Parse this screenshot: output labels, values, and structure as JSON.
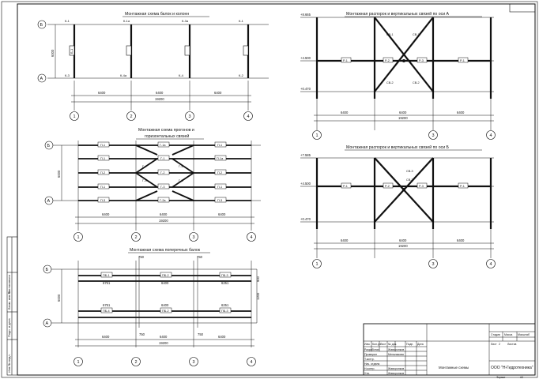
{
  "titles": {
    "beams_columns": "Монтажная схема балок и колонн",
    "purlins_line1": "Монтажная схема прогонов и",
    "purlins_line2": "горизонтальных связей",
    "cross_beams": "Монтажная схема поперечных балок",
    "axis_a": "Монтажная распорок и вертикальных связей по оси А",
    "axis_b": "Монтажная распорок и вертикальных связей по оси Б"
  },
  "axes": {
    "numbers": [
      "1",
      "2",
      "3",
      "4"
    ],
    "letters": [
      "Б",
      "А"
    ]
  },
  "dims": {
    "span": "6400",
    "total": "19200",
    "width": "6000",
    "cb_left": "6751",
    "cb_right": "6251",
    "off_750": "750",
    "off_1200": "1200",
    "off_900": "900"
  },
  "marks": {
    "k1": "К-1",
    "k2": "К-2",
    "k3": "К-3",
    "k1a": "К-1а",
    "k3a": "К-3а",
    "k4": "К-4",
    "k4a": "К-4а",
    "k2a": "К-2а",
    "b1": "Б-1",
    "b1v": "Б-1",
    "p1": "П-1",
    "p2": "П-2",
    "p3": "П-3",
    "p1a": "П-1а",
    "g1": "Г-1",
    "g1a": "Г-1а",
    "g2": "Г-2",
    "g2a": "Г-2а",
    "g3": "Г-3",
    "g4": "Г-4",
    "pb1": "ПБ-1",
    "pb2": "ПБ-2",
    "pb3": "ПБ-3",
    "pb4": "ПБ-4",
    "r1": "Р-1",
    "r2": "Р-2",
    "r3": "Р-3",
    "sv1": "СВ-1",
    "sv2": "СВ-2",
    "sv3": "СВ-3"
  },
  "levels": {
    "top_a": "+8.665",
    "mid": "+4.500",
    "base": "+0.470",
    "top_b": "+7.585"
  },
  "stamp": {
    "h_izm": "Изм.",
    "h_kol": "Кол.уч",
    "h_list": "Лист",
    "h_ndok": "№ док.",
    "h_podp": "Подп.",
    "h_data": "Дата",
    "r_razrab": "Разработал",
    "r_prover": "Проверил",
    "r_tkontr": "Т.контр.",
    "r_nach": "Нач. отдела",
    "r_nkontr": "Н.контр.",
    "r_utv": "Утв.",
    "name1": "Жаворонков",
    "name2": "Мельникова",
    "name3": "Жаворонков",
    "name4": "Жаворонков",
    "h_stadiya": "Стадия",
    "h_massa": "Масса",
    "h_masshtab": "Масштаб",
    "list": "Лист",
    "list_num": "2",
    "listov": "Листов",
    "sheet_title": "Монтажные схемы",
    "company": "ООО \"Н-Гидротехника\"",
    "format_label": "Формат",
    "format_val": "А2"
  },
  "side_strip": {
    "s1": "Инв.№ подл.",
    "s2": "Подп. и дата",
    "s3": "Взам. инв.№",
    "s4": "Согласовано"
  }
}
